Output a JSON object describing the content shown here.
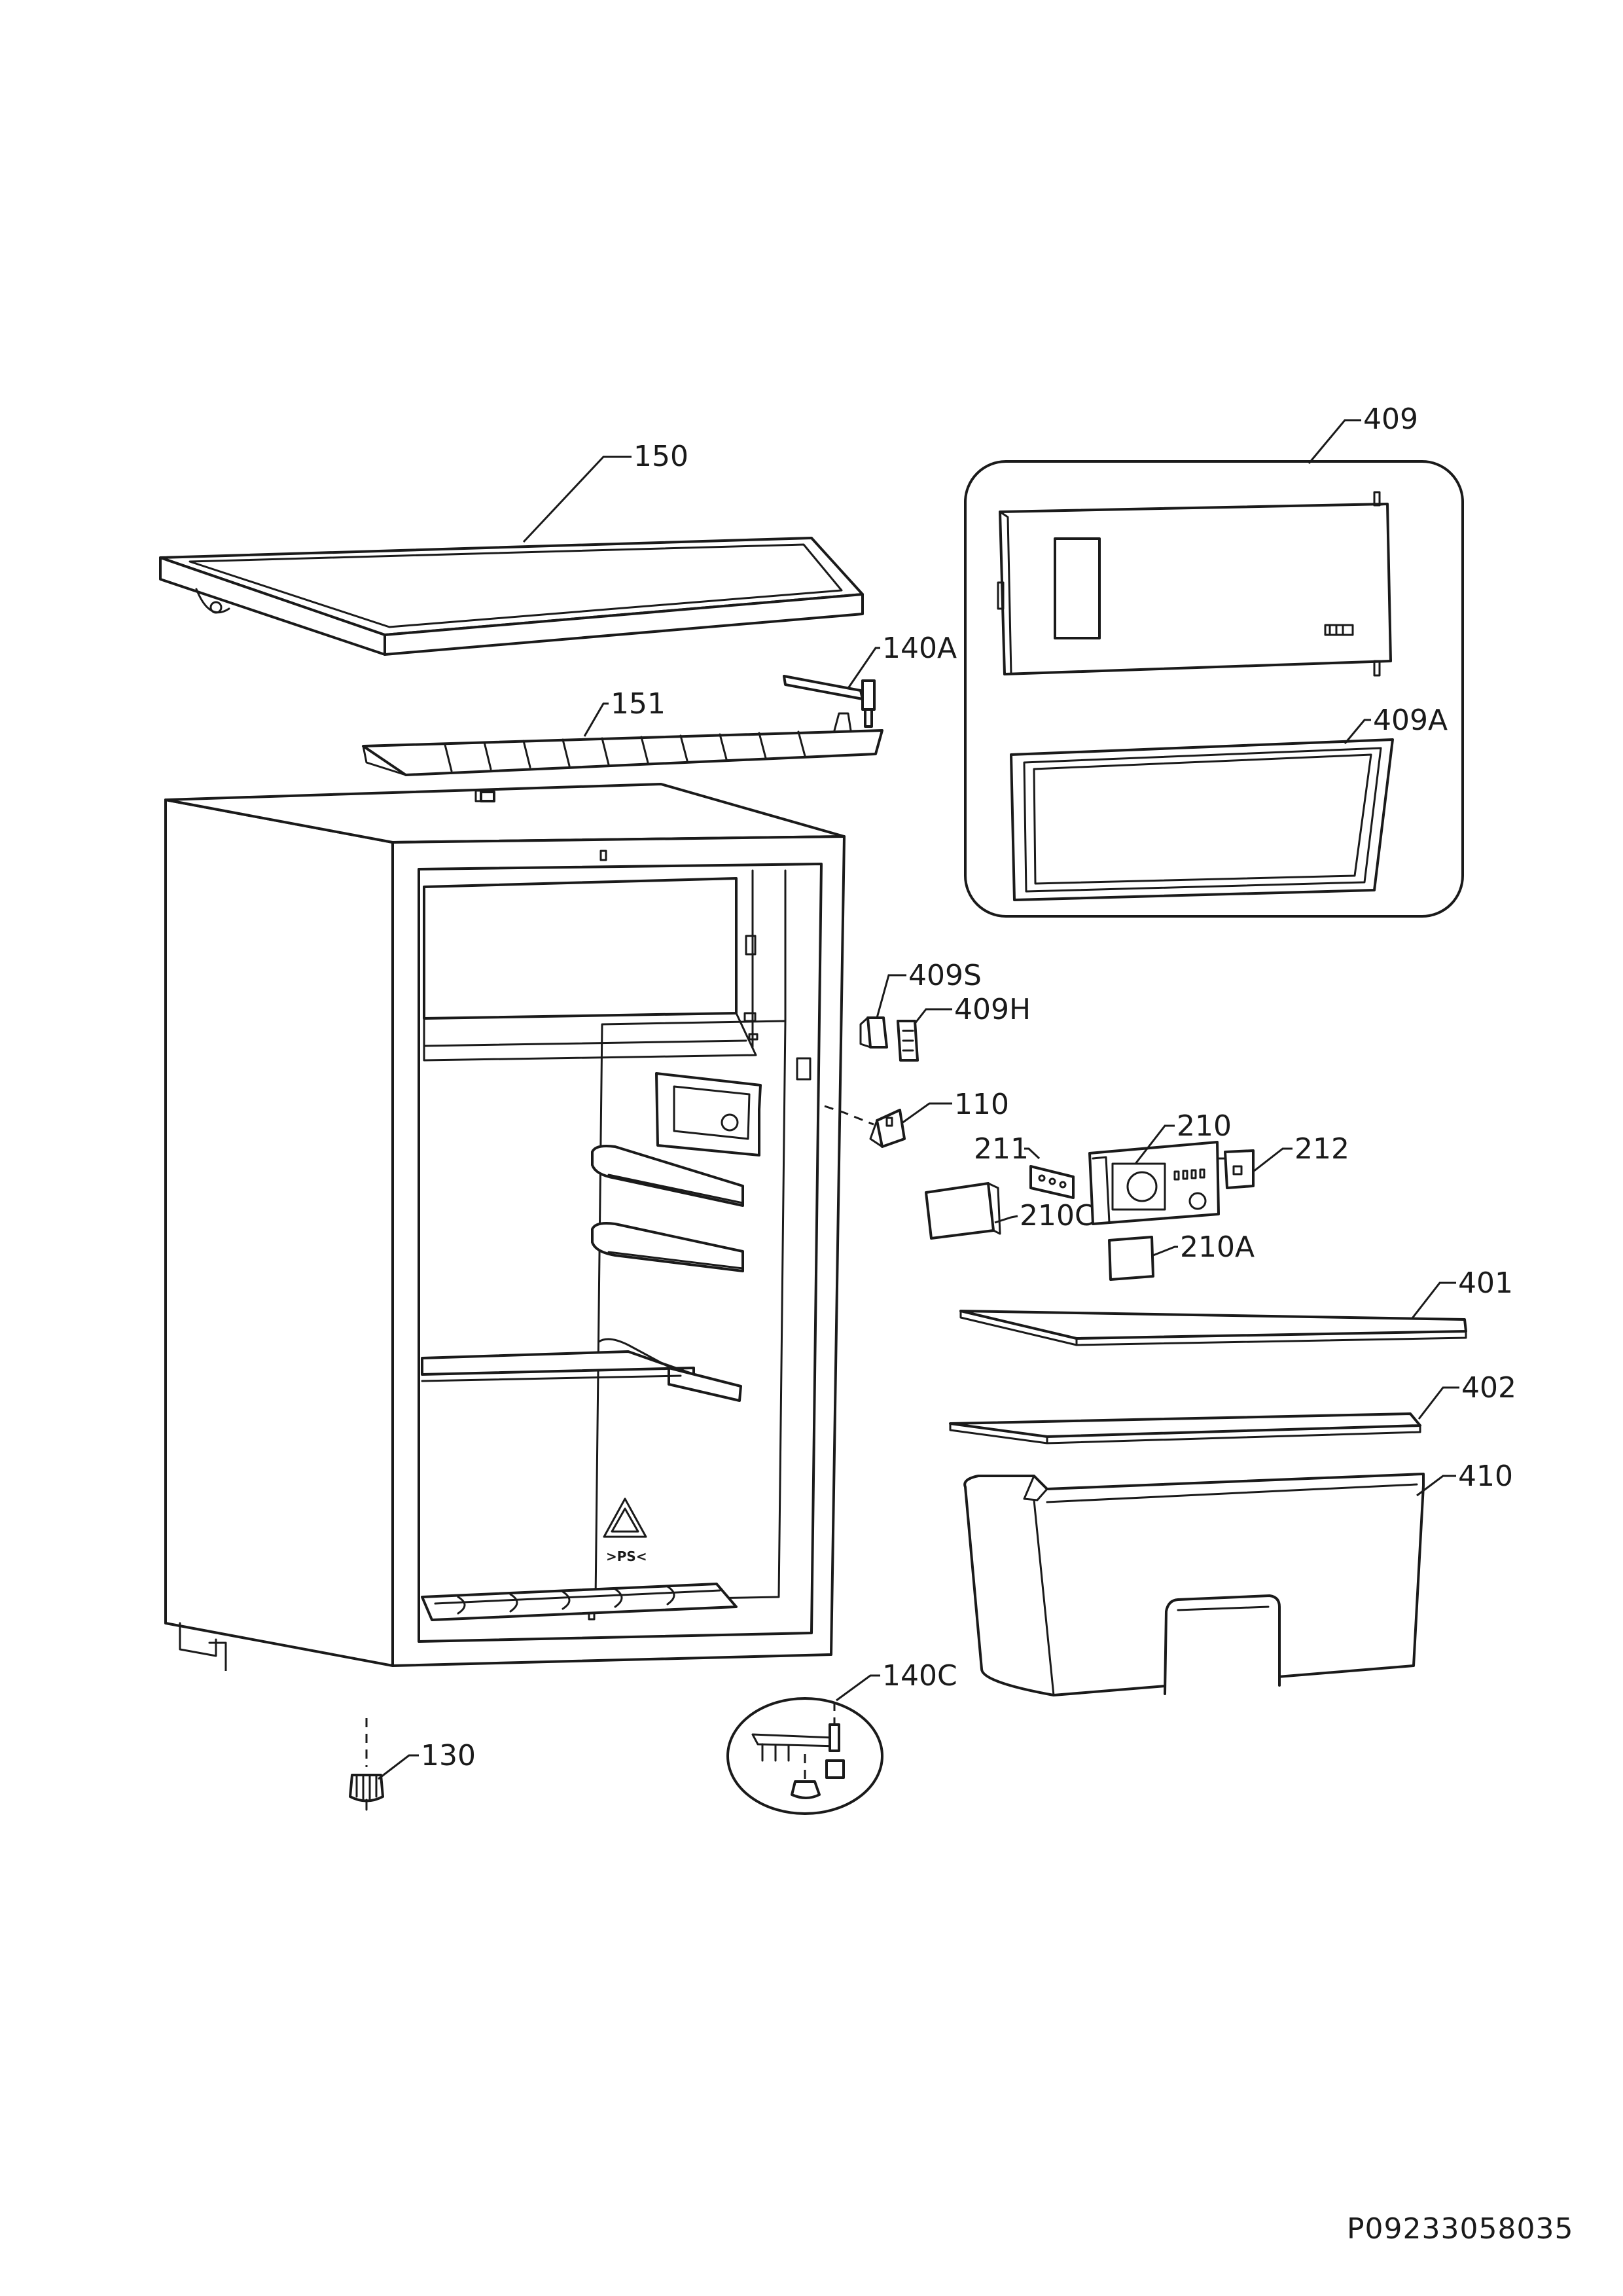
{
  "labels": {
    "p150": "150",
    "p140A": "140A",
    "p151": "151",
    "p409": "409",
    "p409A": "409A",
    "p409S": "409S",
    "p409H": "409H",
    "p110": "110",
    "p210": "210",
    "p211": "211",
    "p212": "212",
    "p210C": "210C",
    "p210A": "210A",
    "p401": "401",
    "p402": "402",
    "p410": "410",
    "p140C": "140C",
    "p130": "130"
  },
  "recycling_mark": ">PS<",
  "document_id": "P09233058035"
}
